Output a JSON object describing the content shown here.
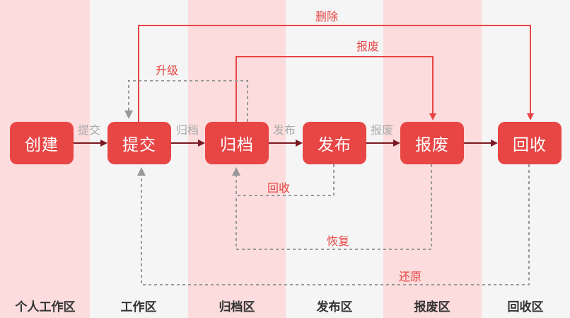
{
  "lanes": [
    {
      "label": "个人工作区"
    },
    {
      "label": "工作区"
    },
    {
      "label": "归档区"
    },
    {
      "label": "发布区"
    },
    {
      "label": "报废区"
    },
    {
      "label": "回收区"
    }
  ],
  "nodes": [
    {
      "label": "创建"
    },
    {
      "label": "提交"
    },
    {
      "label": "归档"
    },
    {
      "label": "发布"
    },
    {
      "label": "报废"
    },
    {
      "label": "回收"
    }
  ],
  "edges": {
    "submit": "提交",
    "archive": "归档",
    "publish": "发布",
    "scrap": "报废",
    "delete": "删除",
    "scrap_top": "报废",
    "upgrade": "升级",
    "recall": "回收",
    "restore": "恢复",
    "revert": "还原"
  },
  "colors": {
    "node": "#e84545",
    "lane_pink": "#fcdcdc",
    "lane_grey": "#f5f5f5",
    "arrow_dark": "#7a1a22",
    "dashed": "#999999"
  }
}
